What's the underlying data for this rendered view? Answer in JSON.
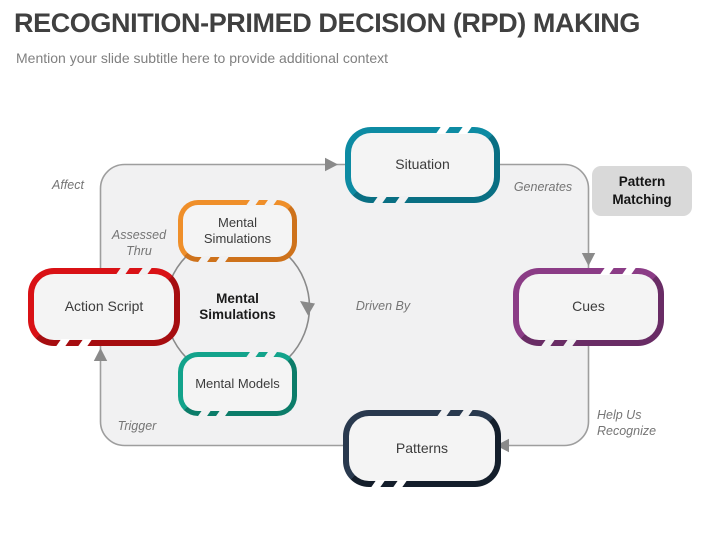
{
  "header": {
    "title": "RECOGNITION-PRIMED DECISION (RPD) MAKING",
    "subtitle": "Mention your slide subtitle here to provide additional context"
  },
  "diagram": {
    "nodes": [
      {
        "id": "situation",
        "label": "Situation",
        "color": "#0D8BA3",
        "color_dark": "#096F83"
      },
      {
        "id": "cues",
        "label": "Cues",
        "color": "#8B3C86",
        "color_dark": "#692C65"
      },
      {
        "id": "patterns",
        "label": "Patterns",
        "color": "#29394E",
        "color_dark": "#141E2B"
      },
      {
        "id": "action-script",
        "label": "Action Script",
        "color": "#D91115",
        "color_dark": "#A60D10"
      },
      {
        "id": "mental-simulations",
        "label": "Mental Simulations",
        "color": "#EF8F2A",
        "color_dark": "#CE721B"
      },
      {
        "id": "mental-models",
        "label": "Mental Models",
        "color": "#12A38B",
        "color_dark": "#0B7C69"
      }
    ],
    "center_label": "Mental Simulations",
    "pattern_matching": {
      "label": "Pattern Matching"
    },
    "edge_labels": [
      {
        "id": "affect",
        "text": "Affect"
      },
      {
        "id": "generates",
        "text": "Generates"
      },
      {
        "id": "assessed-thru",
        "text": "Assessed Thru"
      },
      {
        "id": "driven-by",
        "text": "Driven By"
      },
      {
        "id": "trigger",
        "text": "Trigger"
      },
      {
        "id": "help-us-recognize",
        "text": "Help Us Recognize"
      }
    ],
    "colors": {
      "path_fill": "#F1F1F2",
      "path_stroke": "#9E9E9E",
      "arrow": "#8A8A8A",
      "label_text": "#757575",
      "box_fill": "#F4F4F4",
      "box_text": "#3C3C3C",
      "center_text": "#1B1B1B",
      "pm_bg": "#D9D9D9",
      "pm_text": "#151515",
      "title": "#404040",
      "subtitle": "#808080"
    }
  }
}
